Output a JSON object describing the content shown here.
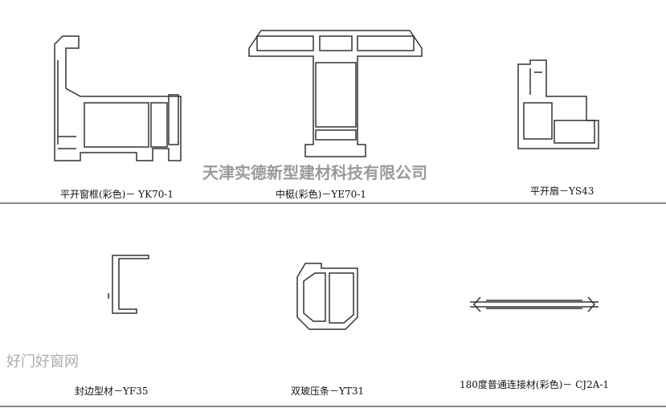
{
  "profiles": [
    {
      "label": "平开窗框(彩色)－ YK70-1"
    },
    {
      "label": "中梃(彩色)－YE70-1"
    },
    {
      "label": "平开扇－YS43"
    },
    {
      "label": "封边型材－YF35"
    },
    {
      "label": "双玻压条－YT31"
    },
    {
      "label": "180度普通连接材(彩色)－ CJ2A-1"
    }
  ],
  "watermarks": {
    "company": "天津实德新型建材科技有限公司",
    "site": "好门好窗网"
  }
}
